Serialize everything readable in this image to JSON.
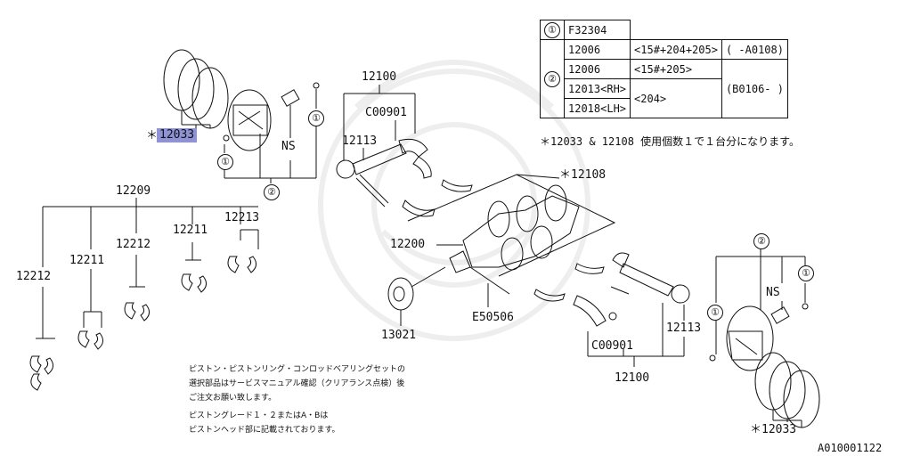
{
  "table": {
    "r1": {
      "mark": "①",
      "part": "F32304"
    },
    "r2": {
      "mark": "②",
      "part": "12006",
      "spec": "<15#+204+205>",
      "range": "(     -A0108)"
    },
    "r3": {
      "part": "12006",
      "spec": "<15#+205>"
    },
    "r4": {
      "part": "12013<RH>",
      "spec": "<204>",
      "range": "(B0106-     )"
    },
    "r5": {
      "part": "12018<LH>"
    }
  },
  "footnote": "＊12033 & 12108 使用個数１で１台分になります。",
  "labels": {
    "l12033a": "12033",
    "star": "＊",
    "c1a": "①",
    "c1b": "①",
    "c2a": "②",
    "NSa": "NS",
    "l12100a": "12100",
    "c00901a": "C00901",
    "l12113a": "12113",
    "l12108": "＊12108",
    "l12209": "12209",
    "l12211a": "12211",
    "l12212a": "12212",
    "l12211b": "12211",
    "l12213": "12213",
    "l12212b": "12212",
    "l12200": "12200",
    "l13021": "13021",
    "e50506": "E50506",
    "c00901b": "C00901",
    "l12113b": "12113",
    "l12100b": "12100",
    "c2b": "②",
    "NSb": "NS",
    "c1c": "①",
    "c1d": "①",
    "l12033b": "＊12033",
    "code": "A010001122"
  },
  "notes": {
    "line1": "ピストン・ピストンリング・コンロッドベアリングセットの",
    "line2": "選択部品はサービスマニュアル確認（クリアランス点検）後",
    "line3": "ご注文お願い致します。",
    "line4": "ピストングレード１・２またはA・Bは",
    "line5": "ピストンヘッド部に記載されております。"
  }
}
